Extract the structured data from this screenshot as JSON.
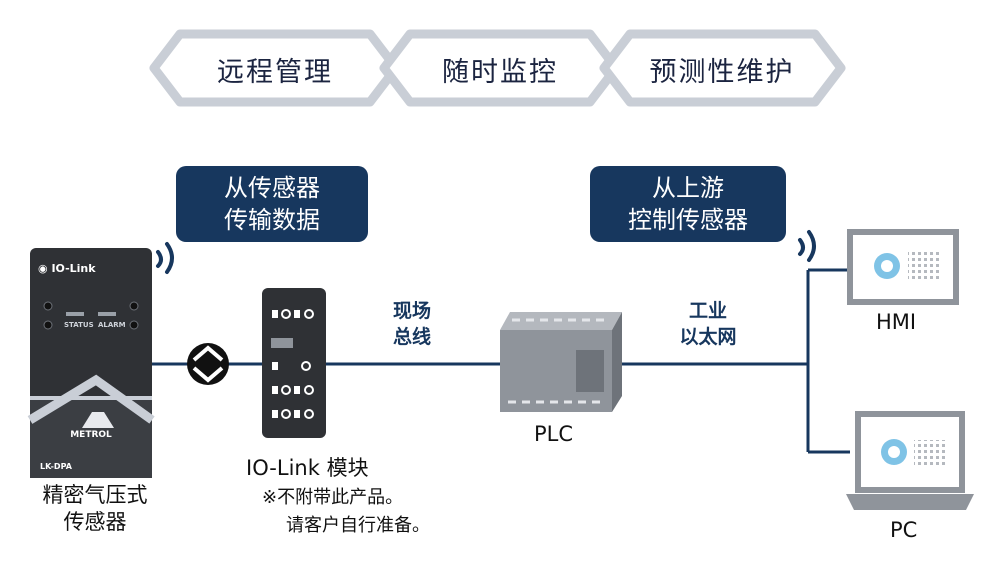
{
  "header": {
    "steps": [
      "远程管理",
      "随时监控",
      "预测性维护"
    ]
  },
  "bubbles": {
    "left": [
      "从传感器",
      "传输数据"
    ],
    "right": [
      "从上游",
      "控制传感器"
    ]
  },
  "sensor": {
    "brand_logo_text": "IO-Link",
    "status_label": "STATUS",
    "alarm_label": "ALARM",
    "maker": "METROL",
    "model": "LK-DPA",
    "caption": [
      "精密气压式",
      "传感器"
    ]
  },
  "module": {
    "caption": "IO-Link 模块",
    "note": [
      "※不附带此产品。",
      "请客户自行准备。"
    ]
  },
  "links": {
    "fieldbus": [
      "现场",
      "总线"
    ],
    "ethernet": [
      "工业",
      "以太网"
    ]
  },
  "devices": {
    "plc": "PLC",
    "hmi": "HMI",
    "pc": "PC"
  },
  "colors": {
    "navy": "#17375e",
    "chevron_border": "#c9ced6",
    "device_dark": "#2f3135",
    "plc_gray": "#8f949b"
  }
}
